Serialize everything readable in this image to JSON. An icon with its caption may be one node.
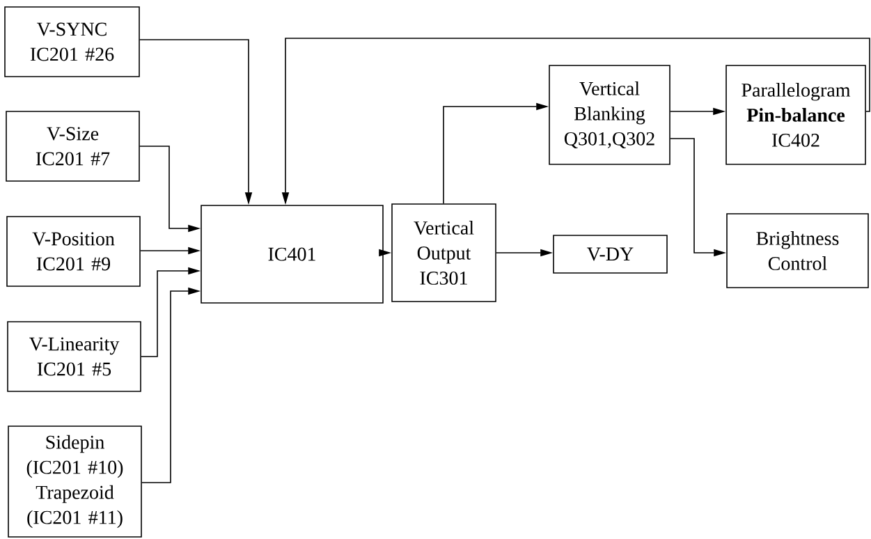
{
  "diagram": {
    "nodes": [
      {
        "text": [
          "V-SYNC IC201 #26"
        ]
      },
      {
        "text": [
          "V-Size IC201 #7"
        ]
      },
      {
        "text": [
          "V-Position IC201 #9"
        ]
      },
      {
        "text": [
          "V-Linearity IC201 #5"
        ]
      },
      {
        "text": [
          "Sidepin (IC201 #10)",
          "Trapezoid (IC201 #11)"
        ]
      },
      {
        "text": [
          "IC401"
        ]
      },
      {
        "text": [
          "Vertical Output IC301"
        ]
      },
      {
        "text": [
          "Vertical Blanking Q301,Q302"
        ]
      },
      {
        "text": [
          "V-DY"
        ]
      },
      {
        "text": [
          "Parallelogram **Pin-balance** IC402"
        ]
      },
      {
        "text": [
          "Brightness Control"
        ]
      }
    ],
    "edges": [
      {
        "from": 0,
        "to": 5,
        "arrow": "to"
      },
      {
        "from": 1,
        "to": 5,
        "arrow": "to"
      },
      {
        "from": 2,
        "to": 5,
        "arrow": "to"
      },
      {
        "from": 3,
        "to": 5,
        "arrow": "to"
      },
      {
        "from": 4,
        "to": 5,
        "arrow": "to"
      },
      {
        "from": 5,
        "to": 6,
        "arrow": "to"
      },
      {
        "from": 6,
        "to": 7,
        "arrow": "to"
      },
      {
        "from": 6,
        "to": 8,
        "arrow": "to"
      },
      {
        "from": 7,
        "to": 9,
        "arrow": "to"
      },
      {
        "from": 7,
        "to": 10,
        "arrow": "to"
      },
      {
        "from": 9,
        "to": 5,
        "arrow": "to"
      }
    ]
  }
}
